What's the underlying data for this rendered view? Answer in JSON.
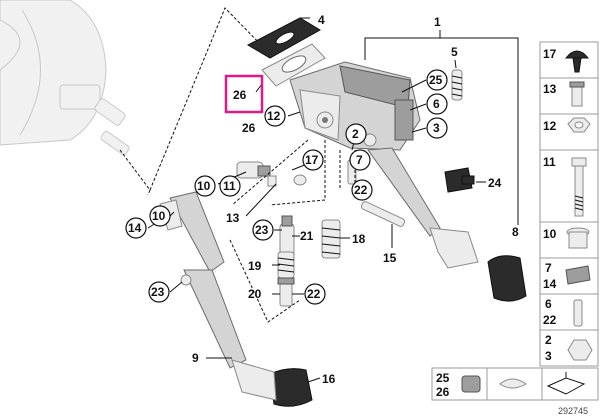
{
  "diagram": {
    "reference_number": "292745",
    "highlighted_callout": "26",
    "callouts": [
      "1",
      "2",
      "3",
      "4",
      "5",
      "6",
      "7",
      "8",
      "9",
      "10",
      "10",
      "11",
      "12",
      "13",
      "14",
      "15",
      "16",
      "17",
      "18",
      "19",
      "20",
      "21",
      "22",
      "22",
      "23",
      "23",
      "24",
      "25",
      "26"
    ],
    "legend": [
      {
        "top": "17",
        "bottom": ""
      },
      {
        "top": "13",
        "bottom": ""
      },
      {
        "top": "12",
        "bottom": ""
      },
      {
        "top": "11",
        "bottom": ""
      },
      {
        "top": "10",
        "bottom": ""
      },
      {
        "top": "7",
        "bottom": "14"
      },
      {
        "top": "6",
        "bottom": "22"
      },
      {
        "top": "2",
        "bottom": "3"
      }
    ],
    "bottom_cells": [
      "25",
      "26"
    ],
    "colors": {
      "highlight": "#e0188a",
      "ink": "#111111"
    }
  }
}
